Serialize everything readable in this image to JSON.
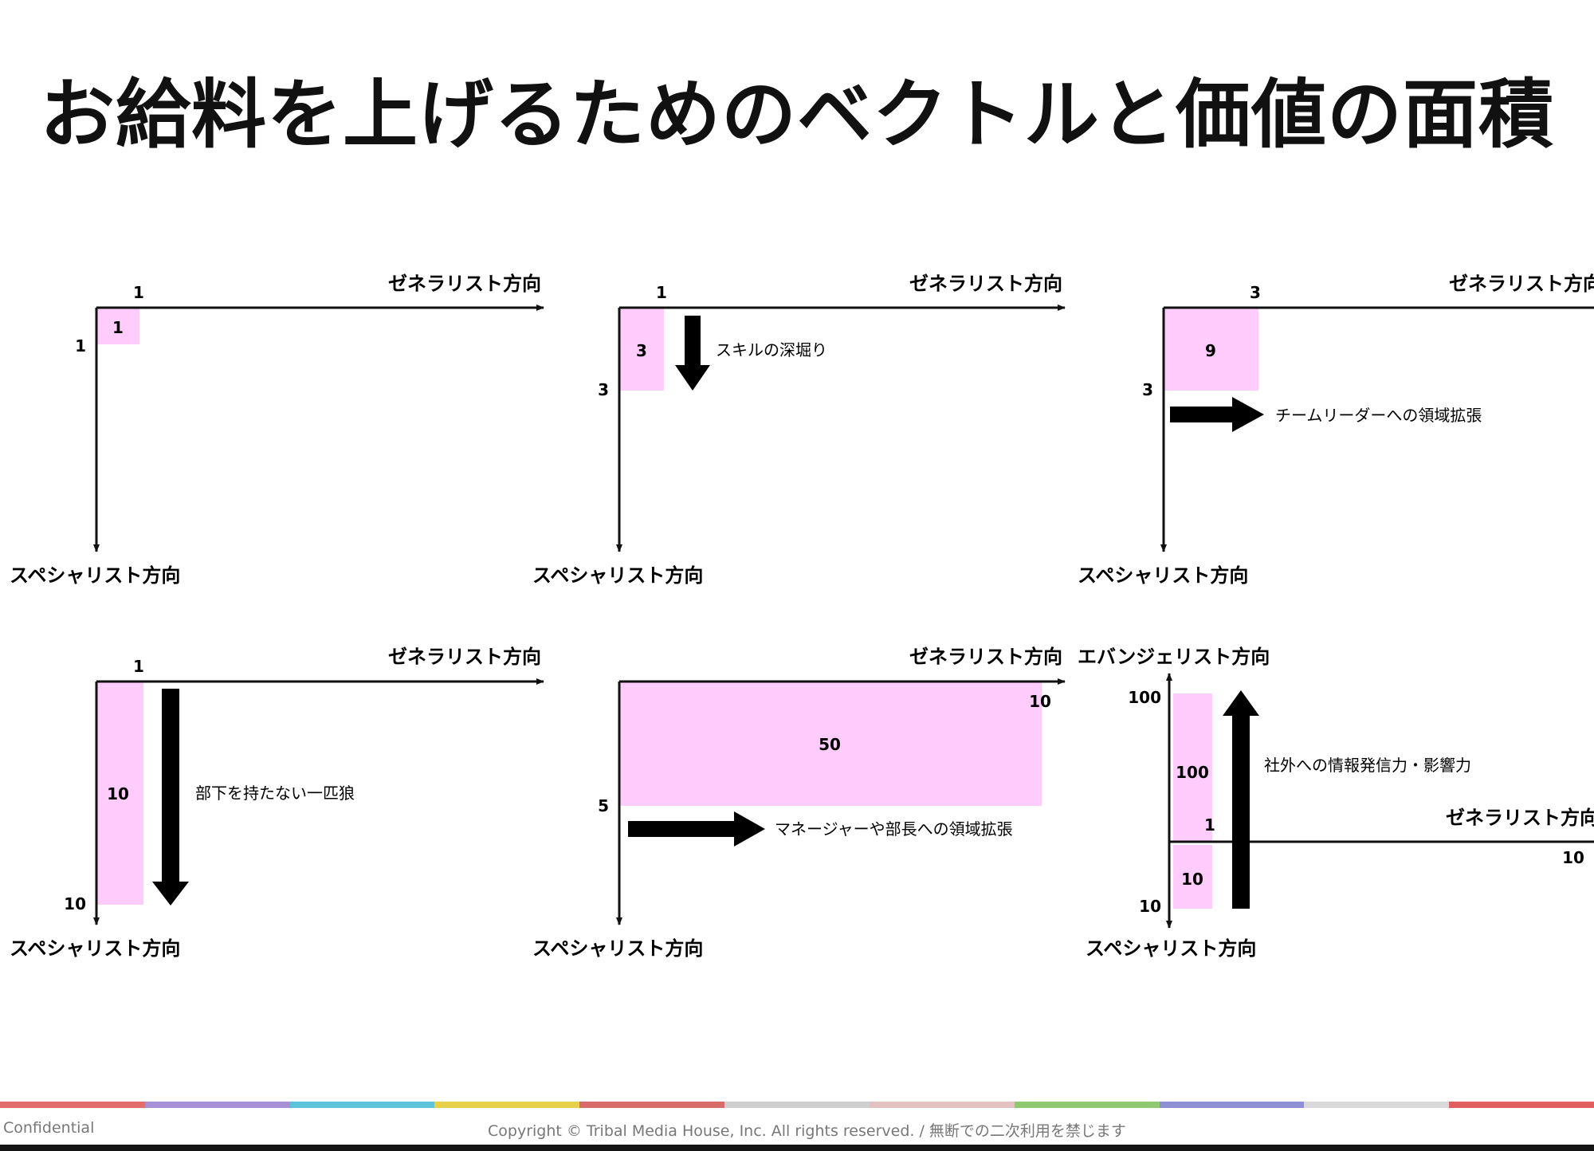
{
  "title": "お給料を上げるためのベクトルと価値の面積",
  "colors": {
    "area_fill": "#ffccfb",
    "axis": "#111111",
    "arrow": "#000000"
  },
  "panels": [
    {
      "id": "p1",
      "x_axis_label": "ゼネラリスト方向",
      "y_axis_label": "スペシャリスト方向",
      "x_value": "1",
      "y_value": "1",
      "area_value": "1"
    },
    {
      "id": "p2",
      "x_axis_label": "ゼネラリスト方向",
      "y_axis_label": "スペシャリスト方向",
      "x_value": "1",
      "y_value": "3",
      "area_value": "3",
      "arrow_label": "スキルの深堀り"
    },
    {
      "id": "p3",
      "x_axis_label": "ゼネラリスト方向",
      "y_axis_label": "スペシャリスト方向",
      "x_value": "3",
      "y_value": "3",
      "area_value": "9",
      "arrow_label": "チームリーダーへの領域拡張"
    },
    {
      "id": "p4",
      "x_axis_label": "ゼネラリスト方向",
      "y_axis_label": "スペシャリスト方向",
      "x_value": "1",
      "y_value": "10",
      "area_value": "10",
      "arrow_label": "部下を持たない一匹狼"
    },
    {
      "id": "p5",
      "x_axis_label": "ゼネラリスト方向",
      "y_axis_label": "スペシャリスト方向",
      "x_value": "10",
      "y_value": "5",
      "area_value": "50",
      "arrow_label": "マネージャーや部長への領域拡張"
    },
    {
      "id": "p6",
      "top_axis_label": "エバンジェリスト方向",
      "x_axis_label": "ゼネラリスト方向",
      "y_axis_label": "スペシャリスト方向",
      "top_value": "100",
      "upper_area_value": "100",
      "x_value_inner": "1",
      "x_value_far": "10",
      "y_value": "10",
      "lower_area_value": "10",
      "arrow_label": "社外への情報発信力・影響力"
    }
  ],
  "footer": {
    "left": "Confidential",
    "copyright": "Copyright © Tribal Media House, Inc. All rights reserved. / 無断での二次利用を禁じます",
    "bar_colors": [
      "#e26d6d",
      "#a98fd6",
      "#5bc4d8",
      "#e6d24a",
      "#d96a6a",
      "#cfcfcf",
      "#e3c2c2",
      "#8ec86f",
      "#8f8fd6",
      "#d9d9d9",
      "#e06060"
    ]
  }
}
